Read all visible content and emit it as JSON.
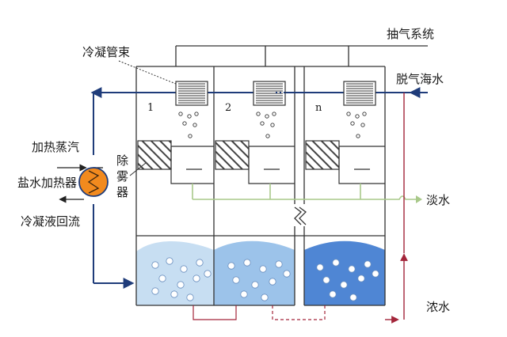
{
  "labels": {
    "condenser_bundle": "冷凝管束",
    "vacuum_system": "抽气系统",
    "degassed_seawater": "脱气海水",
    "heating_steam": "加热蒸汽",
    "brine_heater": "盐水加热器",
    "condensate_return": "冷凝液回流",
    "demister": [
      "除",
      "雾",
      "器"
    ],
    "fresh_water": "淡水",
    "concentrated_brine": "浓水"
  },
  "stages": [
    {
      "number": "1",
      "brine_color": "#c7def2"
    },
    {
      "number": "2",
      "brine_color": "#9cc3ea"
    },
    {
      "number": "n",
      "brine_color": "#4f86d4"
    }
  ],
  "colors": {
    "pipe_seawater": "#1f3c7a",
    "pipe_fresh_water": "#a9c98a",
    "pipe_brine": "#a3253a",
    "heater_fill": "#f28a1e",
    "outline": "#333333"
  }
}
